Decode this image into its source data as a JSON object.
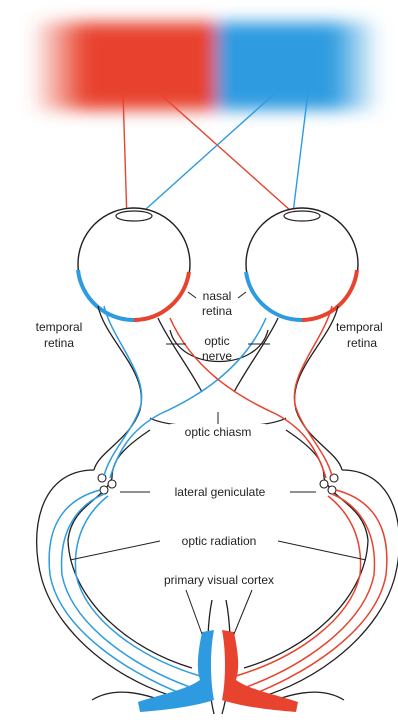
{
  "labels": {
    "nasal_retina_1": "nasal",
    "nasal_retina_2": "retina",
    "temporal_left_1": "temporal",
    "temporal_left_2": "retina",
    "temporal_right_1": "temporal",
    "temporal_right_2": "retina",
    "optic_nerve_1": "optic",
    "optic_nerve_2": "nerve",
    "optic_chiasm": "optic chiasm",
    "lateral_geniculate": "lateral geniculate",
    "optic_radiation": "optic radiation",
    "primary_visual_cortex": "primary visual cortex"
  },
  "colors": {
    "left_field": "#e8432e",
    "right_field": "#2e9be0",
    "outline": "#231f20",
    "background": "#ffffff"
  }
}
